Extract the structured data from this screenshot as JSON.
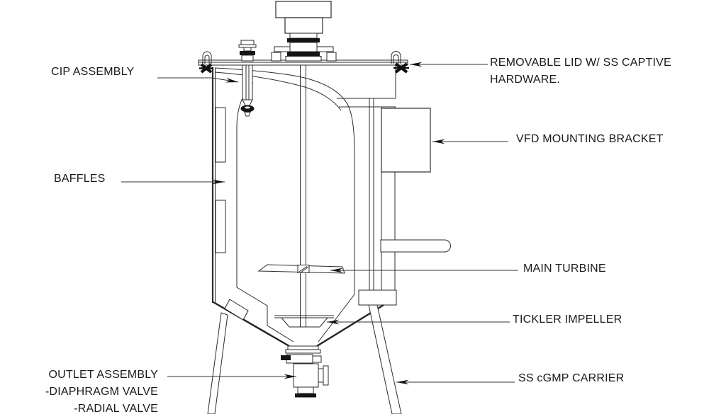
{
  "page": {
    "background": "#ffffff",
    "line_color": "#222222",
    "leader_color": "#333333",
    "text_color": "#1a1a1a"
  },
  "callouts": {
    "cip_assembly": "CIP ASSEMBLY",
    "baffles": "BAFFLES",
    "removable_lid_line1": "REMOVABLE LID W/ SS CAPTIVE",
    "removable_lid_line2": "HARDWARE.",
    "vfd_mounting_bracket": "VFD MOUNTING BRACKET",
    "main_turbine": "MAIN TURBINE",
    "tickler_impeller": "TICKLER IMPELLER",
    "ss_cgmp_carrier": "SS cGMP CARRIER",
    "outlet_line1": "OUTLET ASSEMBLY",
    "outlet_line2": "-DIAPHRAGM VALVE",
    "outlet_line3": "-RADIAL VALVE"
  }
}
